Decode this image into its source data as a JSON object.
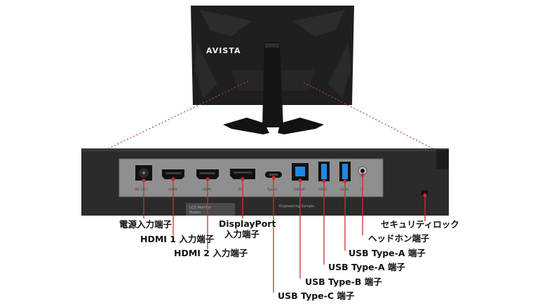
{
  "brand": "AVISTA",
  "port_markings": [
    "DC 24V",
    "HDMI",
    "HDMI",
    "DP",
    "Type-C",
    "USB UP",
    "USB1",
    "USB2",
    "◯"
  ],
  "panel_label": {
    "line1": "LCD Monitor",
    "line2": "Model: "
  },
  "sticker_text": "Engineering Sample",
  "labels": {
    "power": "電源入力端子",
    "hdmi1": "HDMI 1 入力端子",
    "hdmi2": "HDMI 2 入力端子",
    "dp_line1": "DisplayPort",
    "dp_line2": "入力端子",
    "security": "セキュリティロック",
    "headphone": "ヘッドホン端子",
    "usba2": "USB Type-A 端子",
    "usba1": "USB Type-A 端子",
    "usbb": "USB Type-B 端子",
    "usbc": "USB Type-C 端子"
  },
  "colors": {
    "leader": "#d22b2b",
    "dotted_guide": "#c0392b",
    "usb3_blue": "#1e88e5"
  }
}
